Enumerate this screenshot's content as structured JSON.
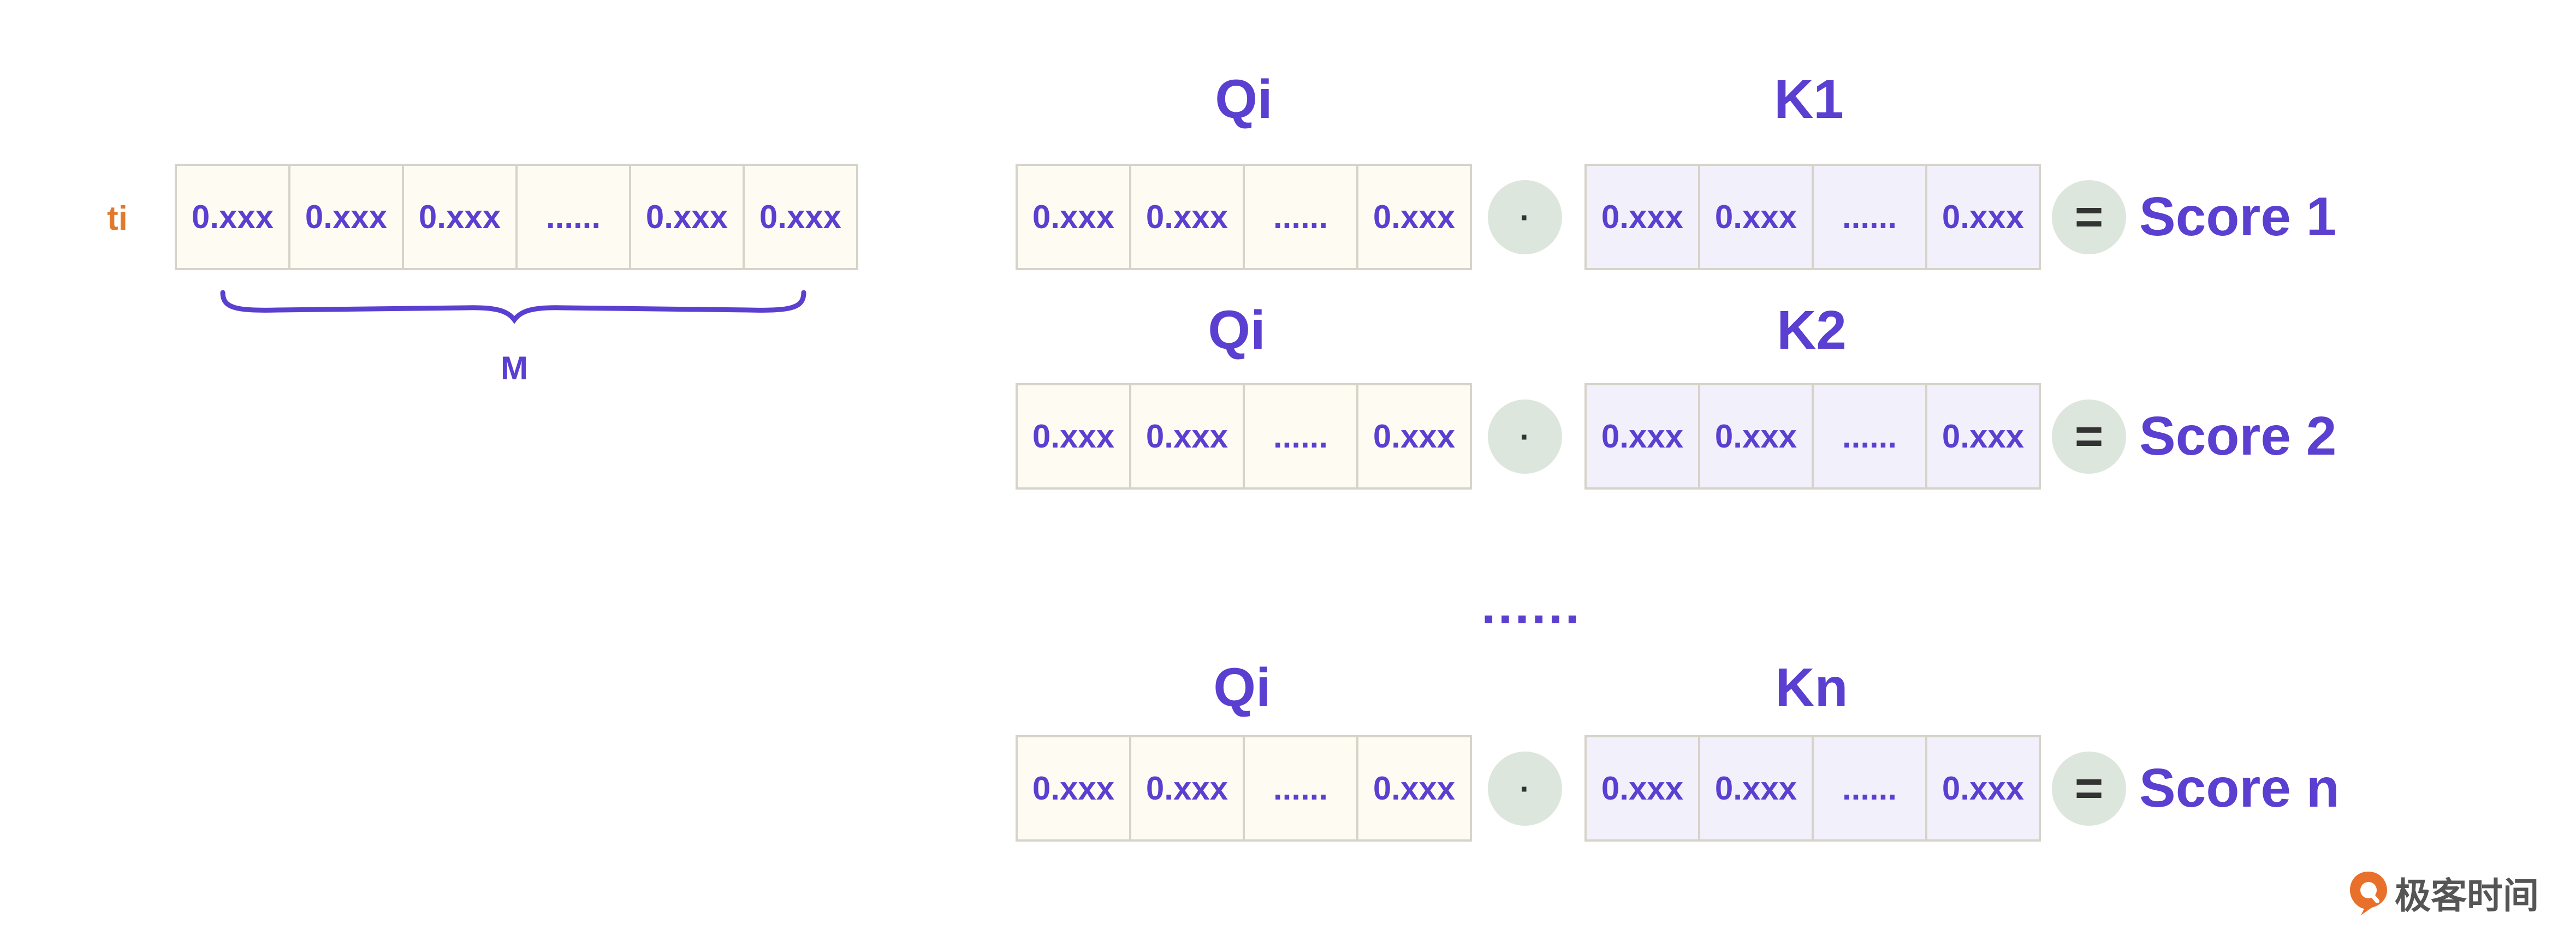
{
  "token_label": "ti",
  "token_row": [
    "0.xxx",
    "0.xxx",
    "0.xxx",
    "......",
    "0.xxx",
    "0.xxx"
  ],
  "brace_label": "M",
  "rows": [
    {
      "q_label": "Qi",
      "q_cells": [
        "0.xxx",
        "0.xxx",
        "......",
        "0.xxx"
      ],
      "dot_symbol": "·",
      "k_label": "K1",
      "k_cells": [
        "0.xxx",
        "0.xxx",
        "......",
        "0.xxx"
      ],
      "eq_symbol": "=",
      "result": "Score 1"
    },
    {
      "q_label": "Qi",
      "q_cells": [
        "0.xxx",
        "0.xxx",
        "......",
        "0.xxx"
      ],
      "dot_symbol": "·",
      "k_label": "K2",
      "k_cells": [
        "0.xxx",
        "0.xxx",
        "......",
        "0.xxx"
      ],
      "eq_symbol": "=",
      "result": "Score 2"
    },
    {
      "q_label": "Qi",
      "q_cells": [
        "0.xxx",
        "0.xxx",
        "......",
        "0.xxx"
      ],
      "dot_symbol": "·",
      "k_label": "Kn",
      "k_cells": [
        "0.xxx",
        "0.xxx",
        "......",
        "0.xxx"
      ],
      "eq_symbol": "=",
      "result": "Score n"
    }
  ],
  "rows_ellipsis": "......",
  "logo": {
    "text": "极客时间",
    "icon": "geektime-logo-icon"
  },
  "colors": {
    "accent": "#5a3fd0",
    "token_label": "#e07a2c",
    "query_fill": "#fefcf2",
    "key_fill": "#f2f0fb",
    "operator_fill": "#dde6dc",
    "logo": "#e8702a"
  }
}
